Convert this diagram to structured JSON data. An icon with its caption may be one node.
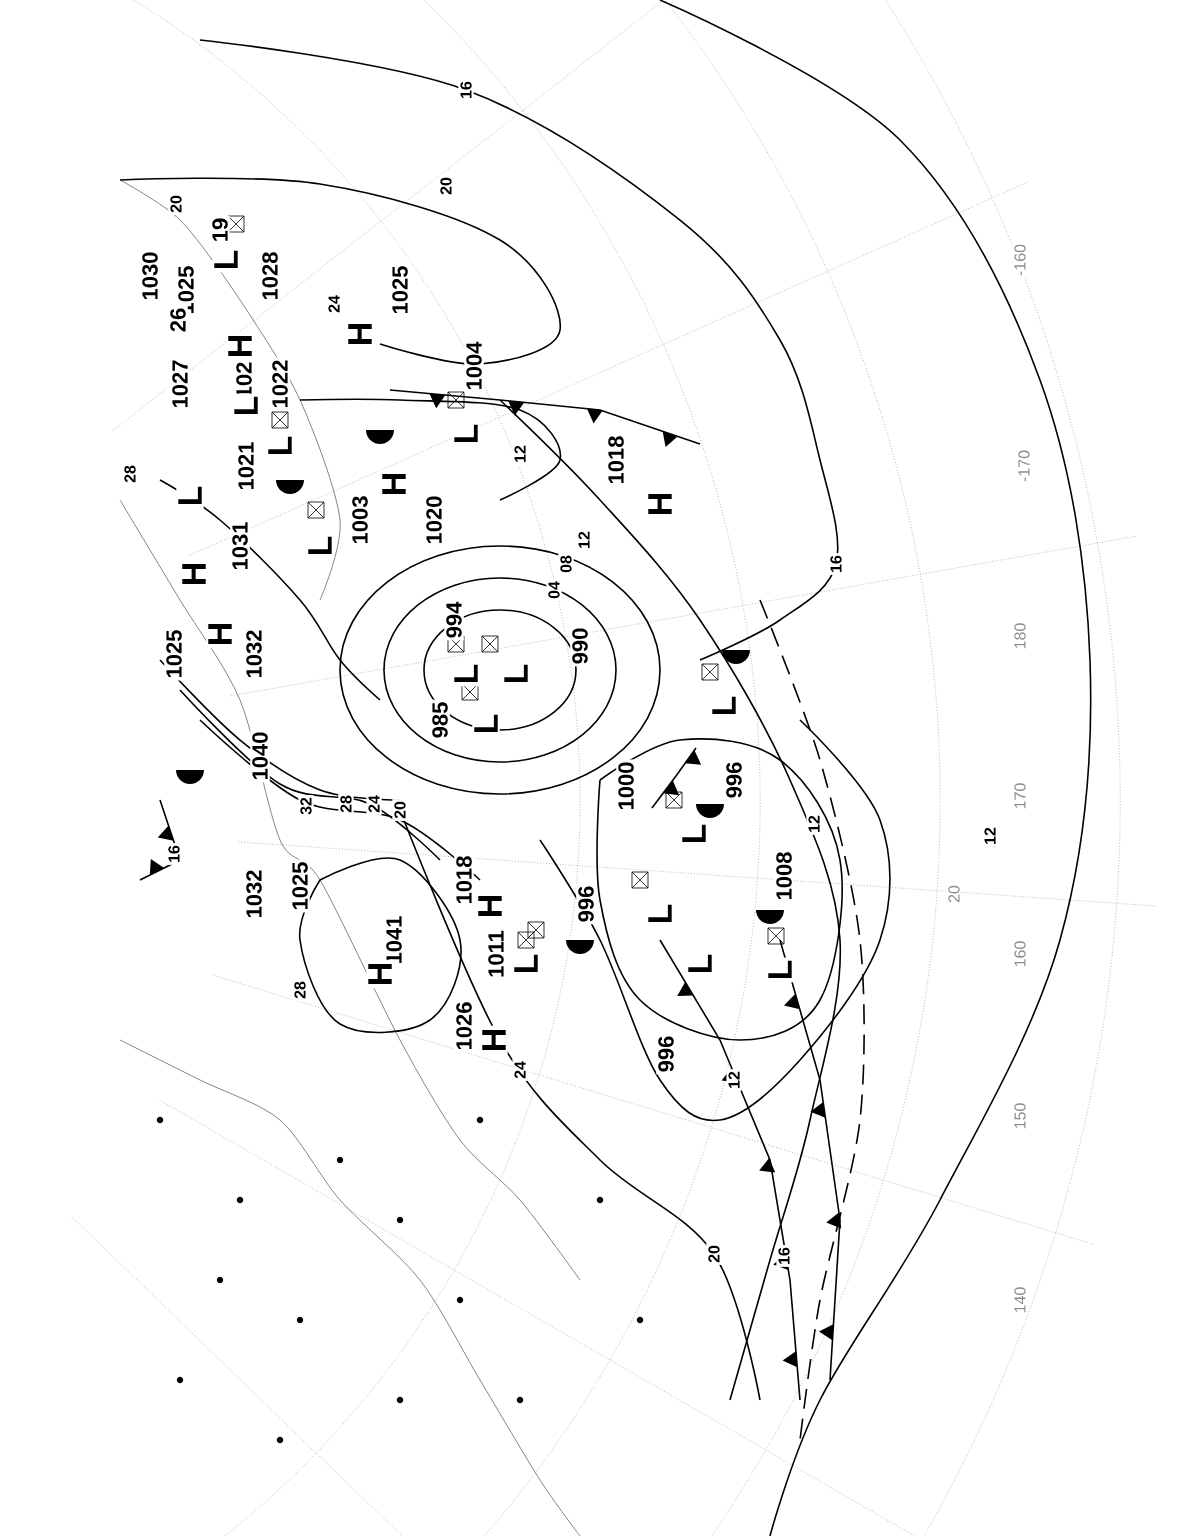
{
  "diagram": {
    "labels": [
      "16",
      "20",
      "20",
      "19",
      "1030",
      "L",
      "1028",
      "-160",
      "1025",
      "24",
      "1025",
      "26",
      "H",
      "H",
      "1027",
      "102",
      "1022",
      "1004",
      "L",
      "L",
      "L",
      "12",
      "28",
      "1021",
      "1018",
      "-170",
      "L",
      "H",
      "H",
      "1003",
      "1020",
      "1031",
      "L",
      "12",
      "H",
      "08",
      "16",
      "04",
      "H",
      "994",
      "180",
      "1025",
      "1032",
      "990",
      "L",
      "L",
      "985",
      "L",
      "L",
      "1040",
      "1000",
      "996",
      "170",
      "32",
      "28",
      "24",
      "20",
      "12",
      "16",
      "L",
      "12",
      "1032",
      "1025",
      "1018",
      "1008",
      "20",
      "H",
      "996",
      "L",
      "1041",
      "1011",
      "160",
      "H",
      "L",
      "L",
      "L",
      "28",
      "1026",
      "H",
      "996",
      "24",
      "12",
      "150",
      "20",
      "16",
      "140"
    ]
  }
}
